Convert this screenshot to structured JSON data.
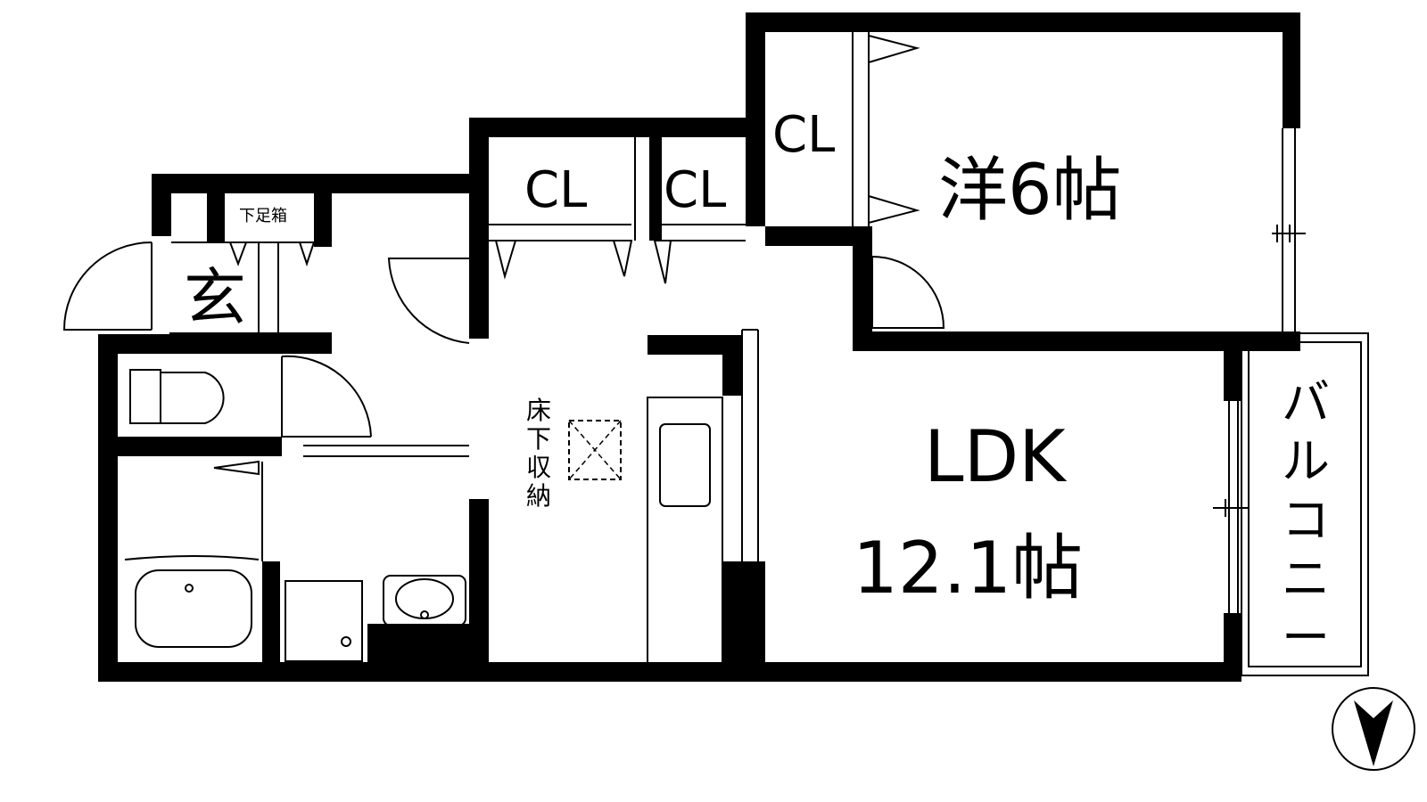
{
  "rooms": {
    "western": {
      "label": "洋6帖"
    },
    "ldk": {
      "label": "LDK",
      "size": "12.1帖"
    },
    "balcony": {
      "label": "バルコニー"
    },
    "entrance": {
      "label": "玄"
    },
    "shoe_box": {
      "label": "下足箱"
    },
    "underfloor": {
      "label": "床下収納"
    },
    "closets": [
      {
        "label": "CL"
      },
      {
        "label": "CL"
      },
      {
        "label": "CL"
      }
    ]
  },
  "compass": {
    "icon": "north-arrow-icon",
    "direction": "south"
  }
}
